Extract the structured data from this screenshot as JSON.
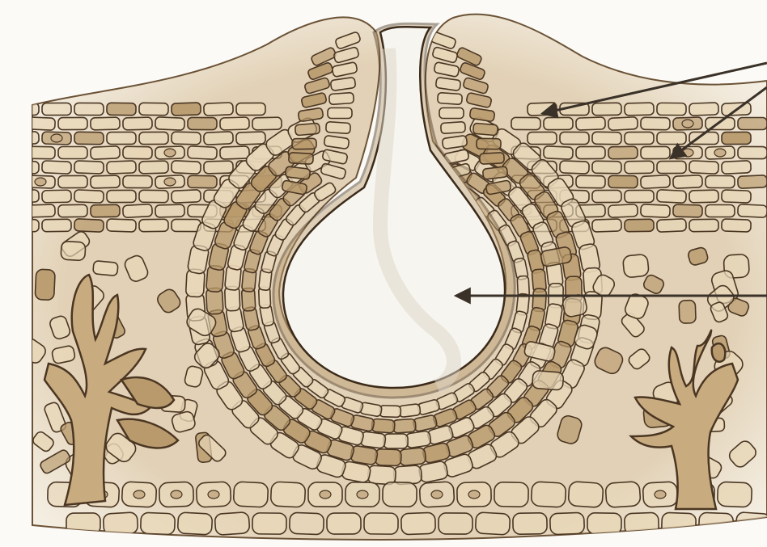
{
  "figure": {
    "style": "watercolor botanical cross-section illustration",
    "colors": {
      "paper": "#fbfaf6",
      "wash": "#d9c3a0",
      "cell_fill": "#e8d7b8",
      "cell_dark": "#b89a6c",
      "outline": "#4a3623",
      "cavity": "#f7f5ef",
      "arrow": "#3a3128"
    },
    "callouts": [
      {
        "id": "upper-left-tissue",
        "icon": "arrow-left-icon"
      },
      {
        "id": "upper-right-tissue",
        "icon": "arrow-left-icon"
      },
      {
        "id": "central-cavity",
        "icon": "arrow-left-icon"
      }
    ]
  }
}
